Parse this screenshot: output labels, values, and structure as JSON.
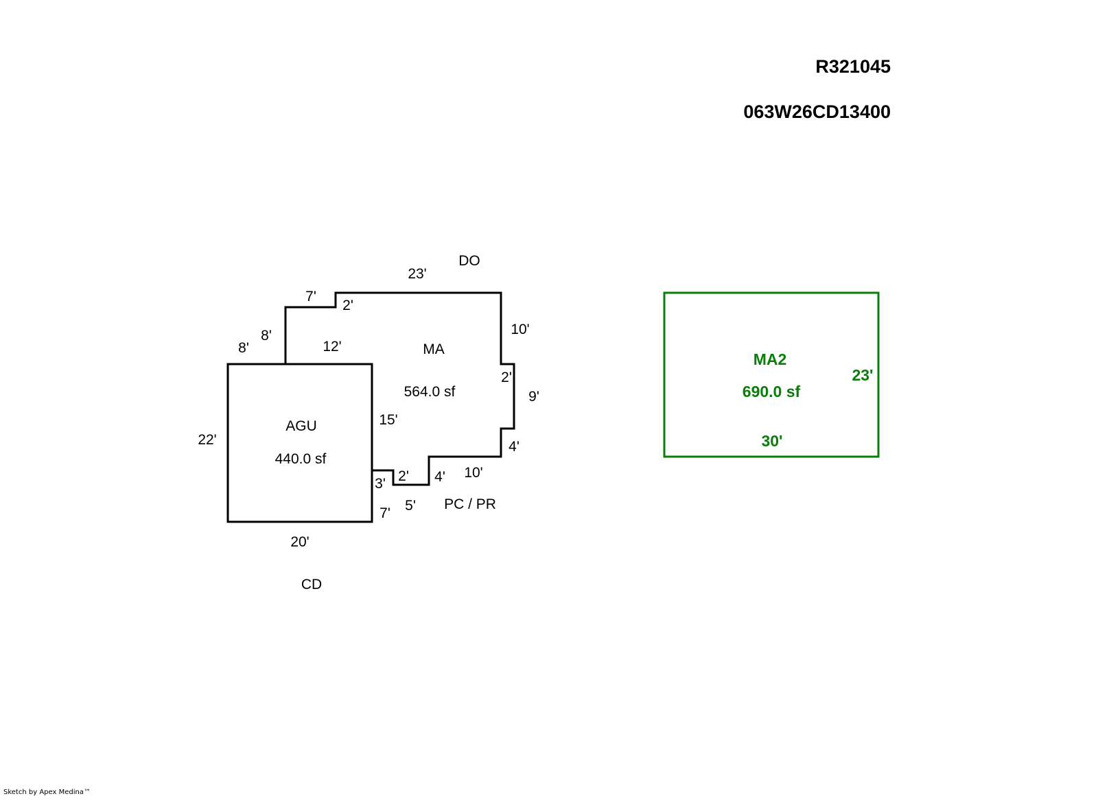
{
  "header": {
    "account_id": "R321045",
    "map_tax_lot": "063W26CD13400"
  },
  "colors": {
    "primary_outline": "#000000",
    "secondary_outline": "#0a7d0a"
  },
  "sketch": {
    "areas": [
      {
        "code": "MA",
        "area": "564.0 sf"
      },
      {
        "code": "AGU",
        "area": "440.0 sf"
      },
      {
        "code": "MA2",
        "area": "690.0 sf"
      }
    ],
    "ma_dimensions": [
      "23'",
      "7'",
      "2'",
      "8'",
      "8'",
      "12'",
      "10'",
      "2'",
      "9'",
      "4'",
      "10'",
      "4'",
      "2'",
      "3'",
      "5'",
      "7'",
      "15'"
    ],
    "agu_dimensions": [
      "22'",
      "20'"
    ],
    "ma2_dimensions": [
      "23'",
      "30'"
    ],
    "annotations": [
      "DO",
      "PC / PR",
      "CD"
    ]
  },
  "footer": {
    "credit": "Sketch by Apex Medina™"
  }
}
